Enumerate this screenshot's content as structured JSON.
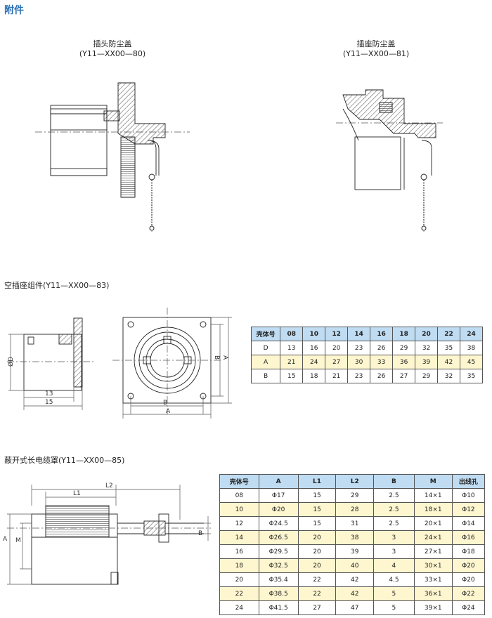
{
  "page": {
    "heading": "附件"
  },
  "plug_cap": {
    "title": "插头防尘盖",
    "code": "(Y11—XX00—80)"
  },
  "socket_cap": {
    "title": "插座防尘盖",
    "code": "(Y11—XX00—81)"
  },
  "empty_socket": {
    "title": "空插座组件(Y11—XX00—83)",
    "dims": {
      "d": "ØD",
      "l13": "13",
      "l15": "15",
      "a": "A",
      "b": "B"
    },
    "table": {
      "headers": [
        "壳体号",
        "08",
        "10",
        "12",
        "14",
        "16",
        "18",
        "20",
        "22",
        "24"
      ],
      "rows": [
        [
          "D",
          "13",
          "16",
          "20",
          "23",
          "26",
          "29",
          "32",
          "35",
          "38"
        ],
        [
          "A",
          "21",
          "24",
          "27",
          "30",
          "33",
          "36",
          "39",
          "42",
          "45"
        ],
        [
          "B",
          "15",
          "18",
          "21",
          "23",
          "26",
          "27",
          "29",
          "32",
          "35"
        ]
      ]
    }
  },
  "cable_cover": {
    "title": "蔽开式长电缆罩(Y11—XX00—85)",
    "dims": {
      "l2": "L2",
      "l1": "L1",
      "a": "A",
      "m": "M",
      "b": "B"
    },
    "table": {
      "headers": [
        "壳体号",
        "A",
        "L1",
        "L2",
        "B",
        "M",
        "出线孔"
      ],
      "rows": [
        [
          "08",
          "Φ17",
          "15",
          "29",
          "2.5",
          "14×1",
          "Φ10"
        ],
        [
          "10",
          "Φ20",
          "15",
          "28",
          "2.5",
          "18×1",
          "Φ12"
        ],
        [
          "12",
          "Φ24.5",
          "15",
          "31",
          "2.5",
          "20×1",
          "Φ14"
        ],
        [
          "14",
          "Φ26.5",
          "20",
          "38",
          "3",
          "24×1",
          "Φ16"
        ],
        [
          "16",
          "Φ29.5",
          "20",
          "39",
          "3",
          "27×1",
          "Φ18"
        ],
        [
          "18",
          "Φ32.5",
          "20",
          "40",
          "4",
          "30×1",
          "Φ20"
        ],
        [
          "20",
          "Φ35.4",
          "22",
          "42",
          "4.5",
          "33×1",
          "Φ20"
        ],
        [
          "22",
          "Φ38.5",
          "22",
          "42",
          "5",
          "36×1",
          "Φ22"
        ],
        [
          "24",
          "Φ41.5",
          "27",
          "47",
          "5",
          "39×1",
          "Φ24"
        ]
      ]
    }
  }
}
